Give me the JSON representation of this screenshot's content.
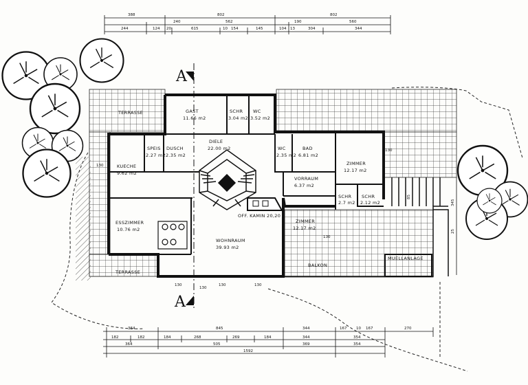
{
  "section_marker": "A",
  "rooms": {
    "gast": {
      "name": "GAST",
      "area": "11.66 m2"
    },
    "schrank_top": {
      "name": "SCHR",
      "area": "3.04 m2"
    },
    "wc_top": {
      "name": "WC",
      "area": "3.52 m2"
    },
    "diele": {
      "name": "DIELE",
      "area": "22.00 m2"
    },
    "speis": {
      "name": "SPEIS",
      "area": "2.27 m2"
    },
    "dusch": {
      "name": "DUSCH",
      "area": "2.35 m2"
    },
    "kueche": {
      "name": "KUECHE",
      "area": "9.62 m2"
    },
    "wc_mid": {
      "name": "WC",
      "area": "2.35 m2"
    },
    "bad": {
      "name": "BAD",
      "area": "6.81 m2"
    },
    "vorraum": {
      "name": "VORRAUM",
      "area": "6.37 m2"
    },
    "zimmer_right": {
      "name": "ZIMMER",
      "area": "12.17 m2"
    },
    "schrank_a": {
      "name": "SCHR",
      "area": "2.7 m2"
    },
    "schrank_b": {
      "name": "SCHR",
      "area": "2.12 m2"
    },
    "zimmer_mid": {
      "name": "ZIMMER",
      "area": "12.17 m2"
    },
    "esszimmer": {
      "name": "ESSZIMMER",
      "area": "10.76 m2"
    },
    "wohnraum": {
      "name": "WOHNRAUM",
      "area": "39.93 m2"
    },
    "kamin": {
      "name": "OFF. KAMIN 20,20"
    },
    "terrasse_top": {
      "name": "TERRASSE"
    },
    "terrasse_bottom": {
      "name": "TERRASSE"
    },
    "balkon": {
      "name": "BALKON"
    },
    "muellanlage": {
      "name": "MUELLANLAGE"
    }
  },
  "dimensions": {
    "top_row1": [
      "388",
      "802",
      "802"
    ],
    "top_row2": [
      "240",
      "562",
      "190",
      "560"
    ],
    "top_row3": [
      "244",
      "124",
      "20",
      "615",
      "10",
      "154",
      "145",
      "104",
      "13",
      "304",
      "344"
    ],
    "bottom_row1": [
      "364",
      "845",
      "344",
      "167",
      "10",
      "167",
      "270"
    ],
    "bottom_row2": [
      "182",
      "182",
      "184",
      "268",
      "269",
      "184",
      "344",
      "354"
    ],
    "bottom_row3": [
      "364",
      "505",
      "369",
      "354"
    ],
    "bottom_total": "1592",
    "side_right": [
      "85",
      "345",
      "25"
    ],
    "openings": [
      "130",
      "130",
      "130",
      "130",
      "130",
      "130",
      "130"
    ]
  }
}
